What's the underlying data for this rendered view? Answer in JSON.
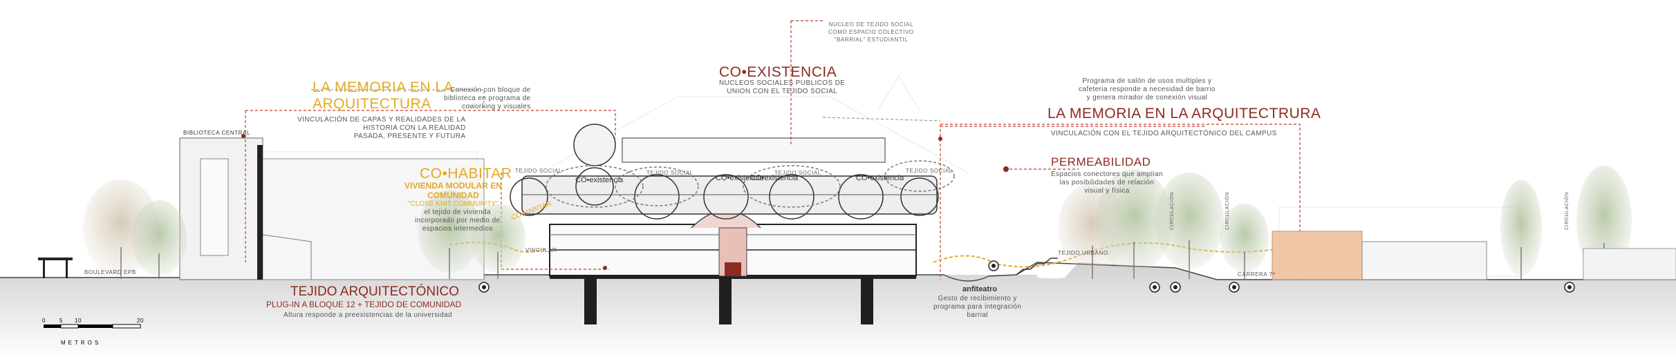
{
  "labels": {
    "nucleo_tejido": [
      "NUCLEO DE TEJIDO SOCIAL",
      "COMO ESPACIO COLECTIVO",
      "\"BARRIAL\" ESTUDIANTIL"
    ],
    "coexistencia_title": "CO•EXISTENCIA",
    "coexistencia_sub": [
      "NUCLEOS SOCIALES PUBLICOS DE",
      "UNION CON EL TEJIDO SOCIAL"
    ],
    "memoria_left_title": [
      "LA MEMORIA EN LA",
      "ARQUITECTURA"
    ],
    "memoria_left_sub": [
      "VINCULACIÓN DE CAPAS Y REALIDADES DE LA",
      "HISTORIA CON LA REALIDAD",
      "PASADA, PRESENTE Y FUTURA"
    ],
    "conexion_biblioteca": [
      "Conexión con bloque de",
      "biblioteca en programa de",
      "coworking y visuales"
    ],
    "programa_salon": [
      "Programa de salón de usos multiples y",
      "cafeteria responde a necesidad de barrio",
      "y genera mirador de conexión visual"
    ],
    "memoria_right_title": "LA MEMORIA EN LA ARQUITECTRURA",
    "memoria_right_sub": "VINCULACIÓN CON EL TEJIDO ARQUITECTÓNICO DEL CAMPUS",
    "biblioteca_central": "BIBLIOTECA CENTRAL",
    "cohabitar_title": "CO•HABITAR",
    "cohabitar_sub": [
      "VIVIENDA MODULAR EN",
      "COMUNIDAD"
    ],
    "cohabitar_quote": "\"CLOSE KNIT COMMUNITY\"",
    "cohabitar_desc": [
      "el tejido de vivienda",
      "incorporado por medio de",
      "espacios intermedios"
    ],
    "permeabilidad_title": "PERMEABILIDAD",
    "permeabilidad_desc": [
      "Espacios conectores que amplian",
      "las posibilidades de relación",
      "visual y física"
    ],
    "tejido_social_tags": [
      "TEJIDO SOCIAL",
      "TEJIDO SOCIAL",
      "TEJIDO SOCIAL",
      "TEJIDO SOCIAL"
    ],
    "coexistencia_tags": [
      "CO•existencia",
      "CO•existencia",
      "CO•existencia",
      "CO•existencia"
    ],
    "cohabitar_tag": "CO•HABITAR",
    "vincular": "VINCULAR",
    "tejido_urbano": "TEJIDO URBANO",
    "circulacion": [
      "CIRCULACIÓN",
      "CIRCULACIÓN",
      "CIRCULACIÓN"
    ],
    "boulevard": "BOULEVARD EPB",
    "carrera": "CARRERA 7ª",
    "tejido_arq_title": "TEJIDO ARQUITECTÓNICO",
    "tejido_arq_sub": "PLUG-IN A BLOQUE 12 + TEJIDO DE COMUNIDAD",
    "tejido_arq_desc": "Altura responde a preexistencias de la universidad",
    "anfiteatro_title": "anfiteatro",
    "anfiteatro_desc": [
      "Gesto de recibimiento y",
      "programa para integración",
      "barrial"
    ],
    "scale_ticks": [
      "0",
      "5",
      "10",
      "20"
    ],
    "scale_unit": "METROS"
  },
  "colors": {
    "accent_yellow": "#e5a823",
    "accent_red": "#8c2b22",
    "leader_red": "#c33a2e",
    "building_dark": "#1f1f1f",
    "ground": "#d8d8d8",
    "tree_green": "#9bb38a",
    "salmon_block": "#f0c7a6"
  }
}
